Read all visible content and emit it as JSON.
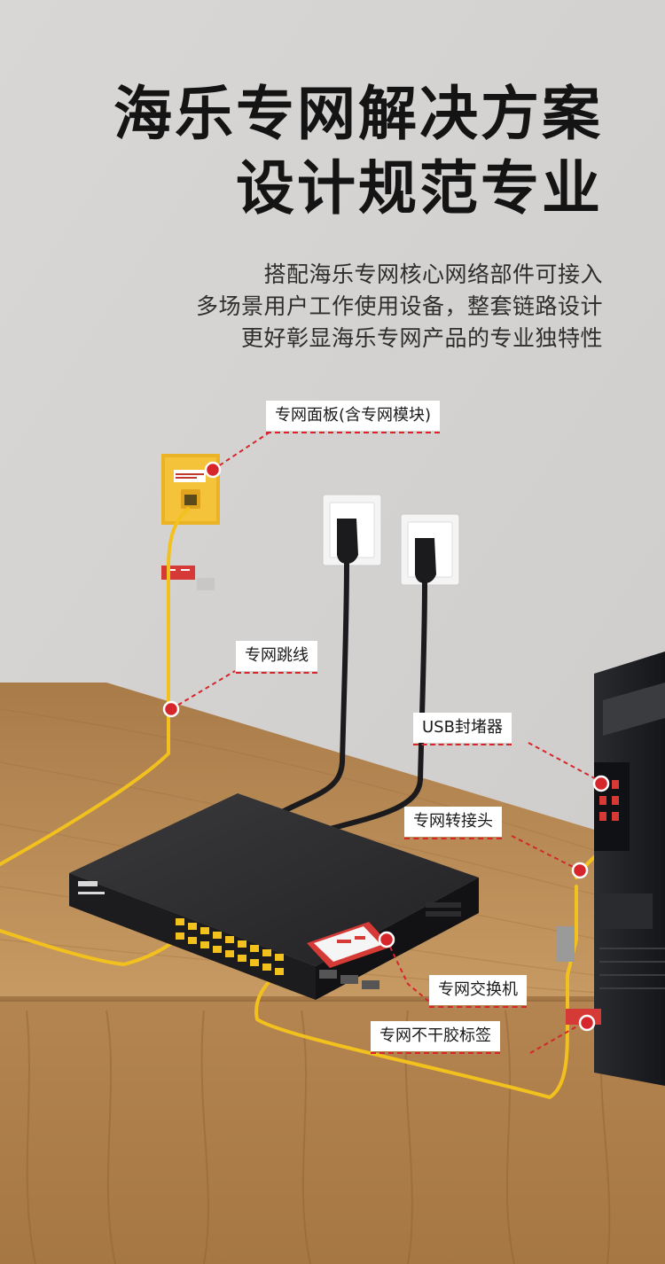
{
  "headline": {
    "line1": "海乐专网解决方案",
    "line2": "设计规范专业"
  },
  "description": {
    "line1": "搭配海乐专网核心网络部件可接入",
    "line2": "多场景用户工作使用设备，整套链路设计",
    "line3": "更好彰显海乐专网产品的专业独特性"
  },
  "callouts": {
    "panel": "专网面板(含专网模块)",
    "patch_cord": "专网跳线",
    "usb_blocker": "USB封堵器",
    "adapter": "专网转接头",
    "switch": "专网交换机",
    "label_sticker": "专网不干胶标签"
  },
  "colors": {
    "accent": "#d6262b",
    "cable": "#f2c11e",
    "wall": "#d6d4d2",
    "desk": "#b98a55"
  }
}
